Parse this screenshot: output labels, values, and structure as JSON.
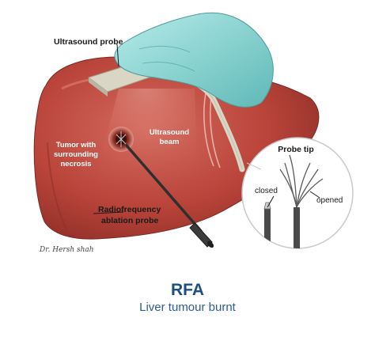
{
  "labels": {
    "ultrasound_probe": "Ultrasound probe",
    "tumor_line1": "Tumor with",
    "tumor_line2": "surrounding",
    "tumor_line3": "necrosis",
    "beam_line1": "Ultrasound",
    "beam_line2": "beam",
    "rf_line1": "Radiofrequency",
    "rf_line2": "ablation probe",
    "probe_tip": "Probe tip",
    "closed": "closed",
    "opened": "opened",
    "signature": "Dr. Hersh shah"
  },
  "caption": {
    "title": "RFA",
    "subtitle": "Liver tumour burnt"
  },
  "colors": {
    "liver": "#b9443a",
    "liver_highlight": "#d4685c",
    "glove": "#8fd6d4",
    "probe_metal": "#d9d6c6",
    "title": "#1e4e86"
  }
}
